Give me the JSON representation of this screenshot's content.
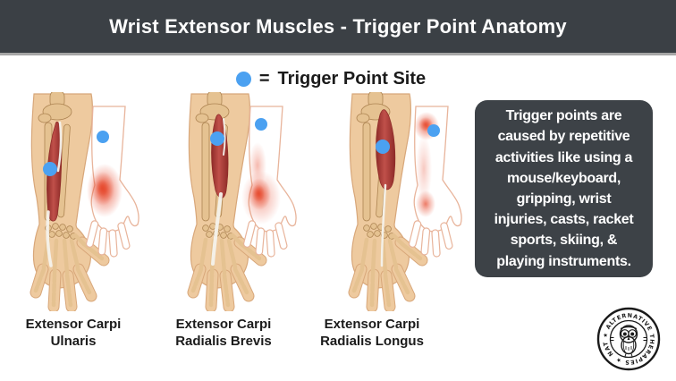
{
  "header": {
    "title": "Wrist Extensor Muscles - Trigger Point Anatomy"
  },
  "legend": {
    "equals": "=",
    "label": "Trigger Point Site",
    "dot_icon": "trigger-point-dot-icon"
  },
  "panels": [
    {
      "id": "extensor-carpi-ulnaris",
      "label_lines": [
        "Extensor Carpi",
        "Ulnaris"
      ]
    },
    {
      "id": "extensor-carpi-radialis-brevis",
      "label_lines": [
        "Extensor Carpi",
        "Radialis Brevis"
      ]
    },
    {
      "id": "extensor-carpi-radialis-longus",
      "label_lines": [
        "Extensor Carpi",
        "Radialis Longus"
      ]
    }
  ],
  "info_box": {
    "lines": [
      "Trigger points are",
      "caused by repetitive",
      "activities like using a",
      "mouse/keyboard,",
      "gripping, wrist",
      "injuries, casts, racket",
      "sports, skiing, &",
      "playing instruments."
    ]
  },
  "logo": {
    "ring_text": "NAT ★ ALTERNATIVE THERAPIES ★",
    "center_icon": "owl-icon"
  },
  "colors": {
    "body_bg": "#FFFFFF",
    "header_bg": "#3B4045",
    "header_divider": "#A6A6A6",
    "title_text": "#FFFFFF",
    "text_dark": "#1B1B1B",
    "trigger_point_blue": "#4BA1F1",
    "info_box_bg": "#3D4247",
    "info_box_text": "#FFFFFF",
    "skin": "#EECA9F",
    "skin_outline": "#D8A77A",
    "bone": "#E5C291",
    "bone_outline": "#AD8452",
    "muscle_red": "#B03A36",
    "muscle_red_dark": "#8E2B28",
    "muscle_red_light": "#C0504A",
    "tendon_white": "#F4F2EC",
    "pain_red": "#E6492D",
    "outline_arm": "#E8B49B",
    "logo_ink": "#1A1A1A"
  }
}
